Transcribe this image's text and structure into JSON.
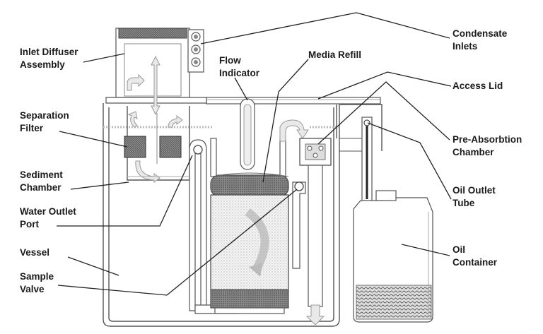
{
  "labels": {
    "inlet_diffuser": [
      "Inlet Diffuser",
      "Assembly"
    ],
    "separation_filter": [
      "Separation",
      "Filter"
    ],
    "sediment_chamber": [
      "Sediment",
      "Chamber"
    ],
    "water_outlet_port": [
      "Water Outlet",
      "Port"
    ],
    "vessel": [
      "Vessel"
    ],
    "sample_valve": [
      "Sample",
      "Valve"
    ],
    "flow_indicator": [
      "Flow",
      "Indicator"
    ],
    "media_refill": [
      "Media Refill"
    ],
    "condensate_inlets": [
      "Condensate",
      "Inlets"
    ],
    "access_lid": [
      "Access Lid"
    ],
    "pre_absorbtion_chamber": [
      "Pre-Absorbtion",
      "Chamber"
    ],
    "oil_outlet_tube": [
      "Oil Outlet",
      "Tube"
    ],
    "oil_container": [
      "Oil",
      "Container"
    ]
  },
  "colors": {
    "line": "#222222",
    "wall": "#555555",
    "fill": "#ffffff"
  }
}
